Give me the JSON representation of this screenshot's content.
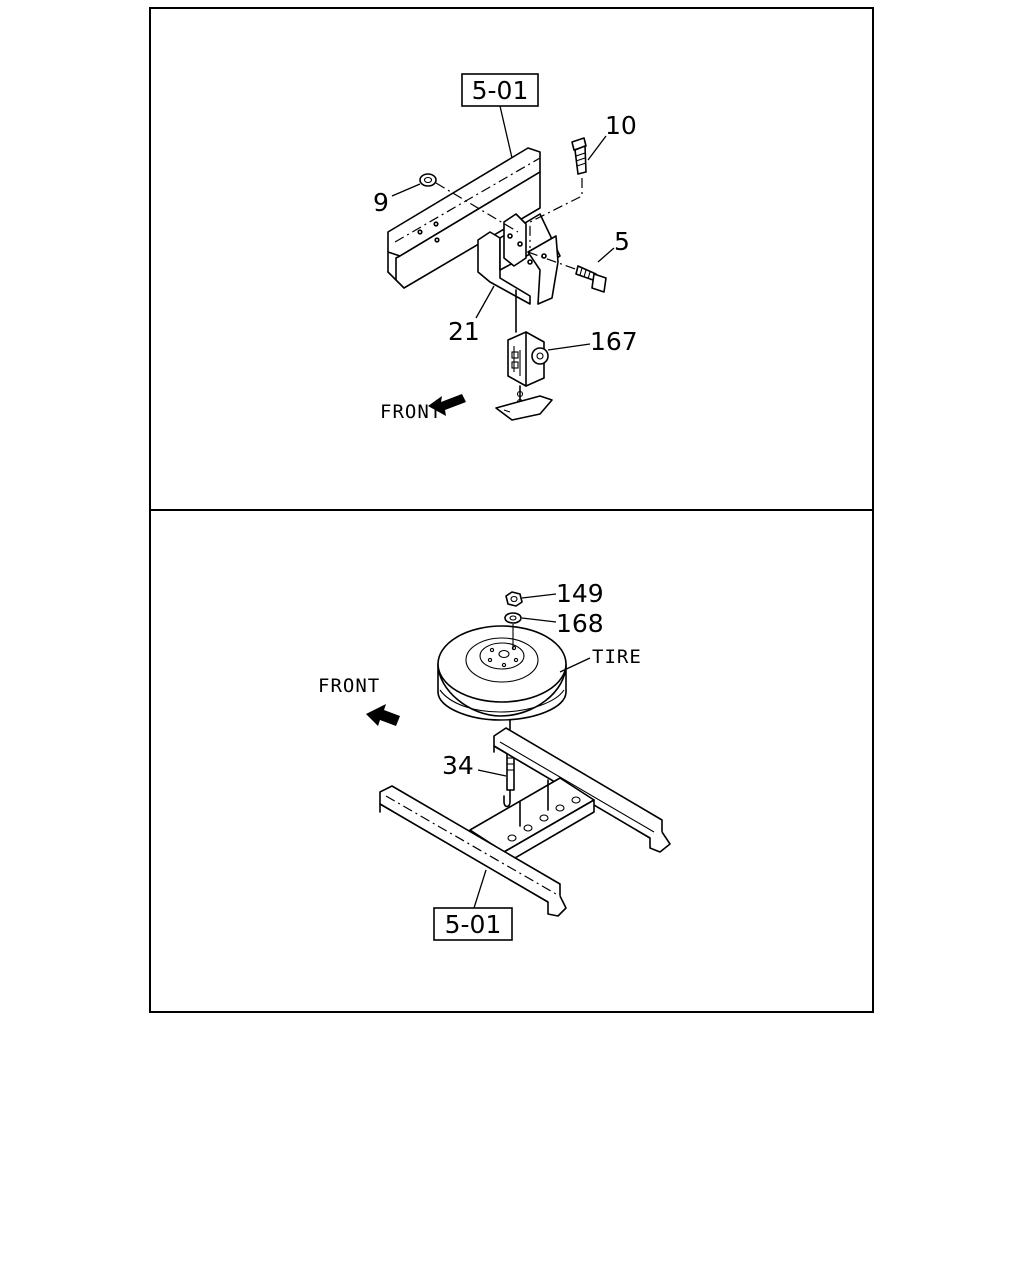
{
  "upper_panel": {
    "reference": "5-01",
    "callouts": {
      "part_10": "10",
      "part_9": "9",
      "part_5": "5",
      "part_21": "21",
      "part_167": "167"
    },
    "direction_label": "FRONT"
  },
  "lower_panel": {
    "reference": "5-01",
    "callouts": {
      "part_149": "149",
      "part_168": "168",
      "part_34": "34"
    },
    "tire_label": "TIRE",
    "direction_label": "FRONT"
  }
}
